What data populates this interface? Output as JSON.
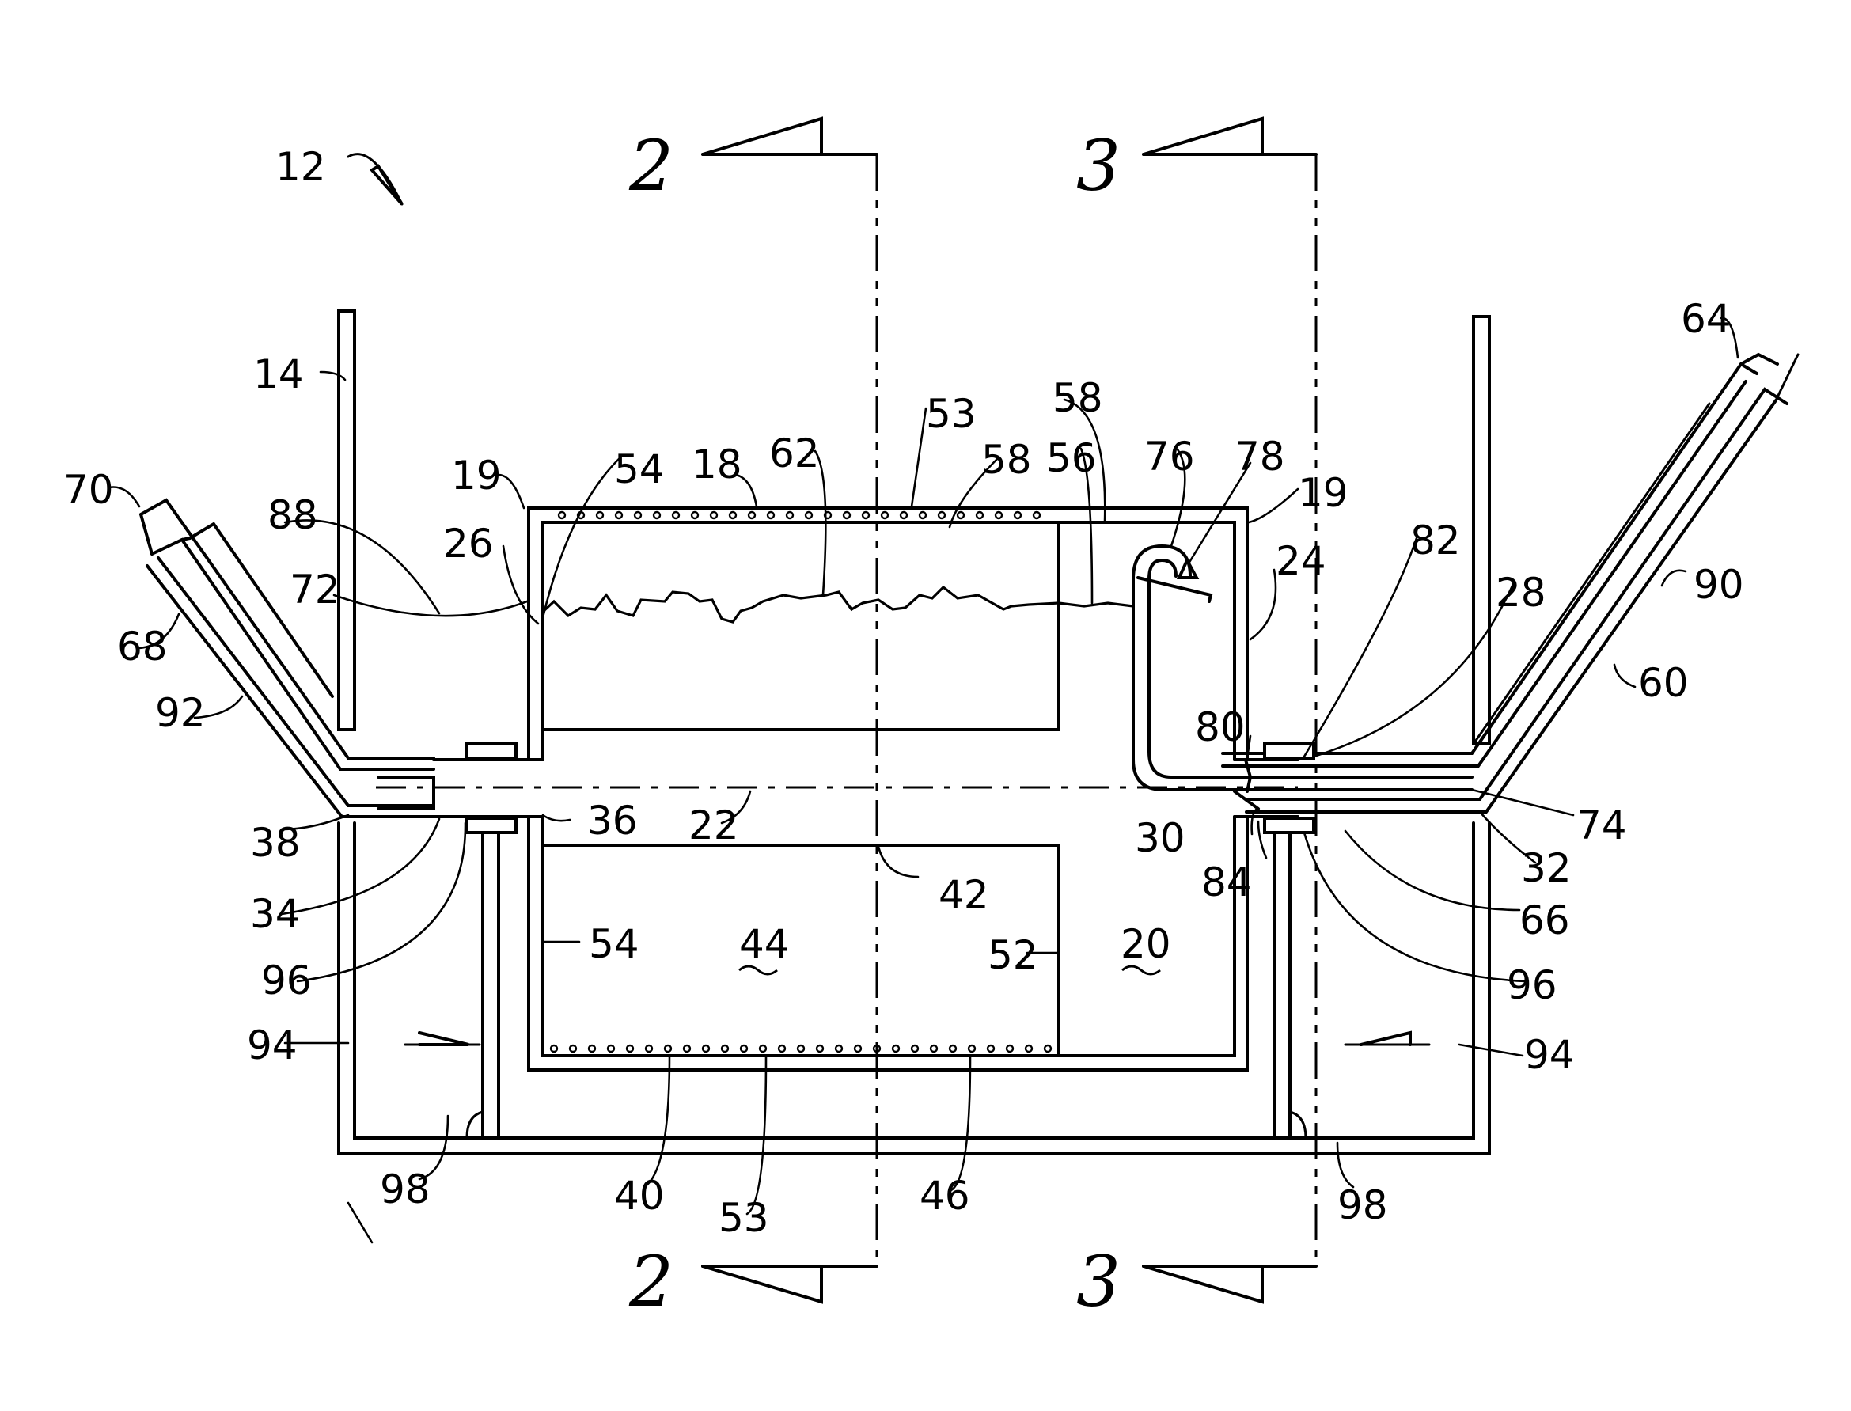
{
  "figure": {
    "section_marks": [
      {
        "id": "2-top",
        "text": "2"
      },
      {
        "id": "3-top",
        "text": "3"
      },
      {
        "id": "2-bottom",
        "text": "2"
      },
      {
        "id": "3-bottom",
        "text": "3"
      }
    ],
    "reference_numerals": [
      "12",
      "14",
      "70",
      "88",
      "72",
      "68",
      "92",
      "38",
      "34",
      "96",
      "94",
      "98",
      "19",
      "26",
      "54",
      "18",
      "62",
      "53",
      "58",
      "56",
      "58",
      "76",
      "78",
      "19",
      "24",
      "82",
      "28",
      "64",
      "90",
      "60",
      "74",
      "32",
      "66",
      "96",
      "94",
      "98",
      "80",
      "30",
      "84",
      "36",
      "22",
      "42",
      "44",
      "54",
      "52",
      "20",
      "40",
      "53",
      "46"
    ]
  }
}
